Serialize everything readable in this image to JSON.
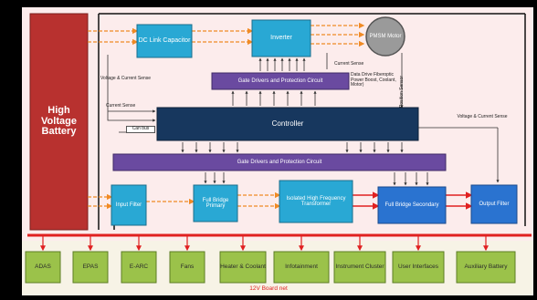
{
  "battery": {
    "label": "High Voltage Battery"
  },
  "blocks": {
    "dc_link": "DC Link Capacitor",
    "inverter": "Inverter",
    "motor": "PMSM Motor",
    "gate_top": "Gate Drivers and Protection Circuit",
    "controller": "Controller",
    "gate_bottom": "Gate Drivers and Protection Circuit",
    "input_filter": "Input Filter",
    "full_bridge_primary": "Full Bridge Primary",
    "transformer": "Isolated High Frequency Transformer",
    "full_bridge_secondary": "Full Bridge Secondary",
    "output_filter": "Output Filter"
  },
  "annotations": {
    "voltage_current_sense_left": "Voltage & Current Sense",
    "current_sense_left": "Current Sense",
    "can_bus": "Can bus",
    "current_sense_motor": "Current Sense",
    "data_drive": "Data Drive Fiberoptic Power Boost, Coolant, Motor)",
    "position_sensor": "Position Sensor",
    "voltage_current_sense_right": "Voltage & Current Sense"
  },
  "loads": [
    "ADAS",
    "EPAS",
    "E-ARC",
    "Fans",
    "Heater & Coolant",
    "Infotainment",
    "Instrument Cluster",
    "User Interfaces",
    "Auxiliary Battery"
  ],
  "bus": {
    "label": "12V Board net"
  },
  "colors": {
    "battery": "#b8312f",
    "teal": "#29a8d4",
    "purple": "#6a4aa0",
    "controller": "#17375e",
    "blue": "#2a73d0",
    "green": "#9bc24a",
    "bus": "#e02020",
    "panel": "#fcecec"
  }
}
